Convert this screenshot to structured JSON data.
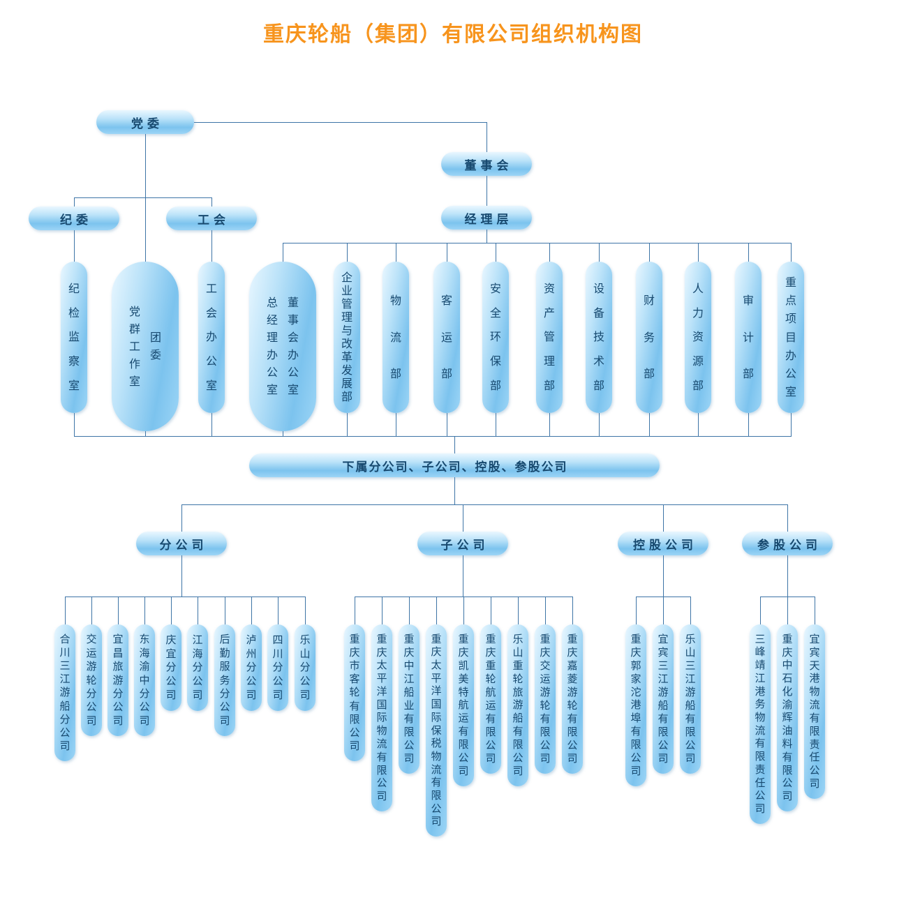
{
  "title": "重庆轮船（集团）有限公司组织机构图",
  "colors": {
    "title_text": "#f7941d",
    "pill_text": "#17496f",
    "pill_fill_light": "#bce3f9",
    "pill_fill_dark": "#7cc3ee",
    "connector_line": "#3d74a6"
  },
  "top": {
    "party_committee": "党委",
    "board": "董事会",
    "management": "经理层",
    "discipline_committee": "纪委",
    "labor_union": "工会"
  },
  "departments": [
    {
      "label": "纪检监察室"
    },
    {
      "columns": [
        "党群工作室",
        "团委"
      ]
    },
    {
      "label": "工会办公室"
    },
    {
      "columns": [
        "总经理办公室",
        "董事会办公室"
      ]
    },
    {
      "label": "企业管理与改革发展部"
    },
    {
      "label": "物流部"
    },
    {
      "label": "客运部"
    },
    {
      "label": "安全环保部"
    },
    {
      "label": "资产管理部"
    },
    {
      "label": "设备技术部"
    },
    {
      "label": "财务部"
    },
    {
      "label": "人力资源部"
    },
    {
      "label": "审计部"
    },
    {
      "label": "重点项目办公室"
    }
  ],
  "subsidiaries_banner": "下属分公司、子公司、控股、参股公司",
  "groups": [
    {
      "label": "分公司",
      "children": [
        "合川三江游船分公司",
        "交运游轮分公司",
        "宜昌旅游分公司",
        "东海渝中分公司",
        "庆宜分公司",
        "江海分公司",
        "后勤服务分公司",
        "泸州分公司",
        "四川分公司",
        "乐山分公司"
      ]
    },
    {
      "label": "子公司",
      "children": [
        "重庆市客轮有限公司",
        "重庆太平洋国际物流有限公司",
        "重庆中江船业有限公司",
        "重庆太平洋国际保税物流有限公司",
        "重庆凯美特航运有限公司",
        "重庆重轮航运有限公司",
        "乐山重轮旅游船有限公司",
        "重庆交运游轮有限公司",
        "重庆嘉菱游轮有限公司"
      ]
    },
    {
      "label": "控股公司",
      "children": [
        "重庆郭家沱港埠有限公司",
        "宜宾三江游船有限公司",
        "乐山三江游船有限公司"
      ]
    },
    {
      "label": "参股公司",
      "children": [
        "三峰靖江港务物流有限责任公司",
        "重庆中石化渝辉油料有限公司",
        "宜宾天港物流有限责任公司"
      ]
    }
  ]
}
